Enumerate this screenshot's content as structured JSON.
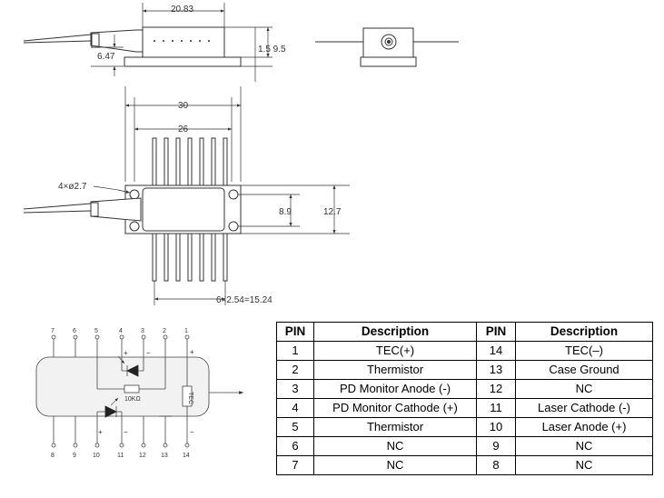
{
  "dimensions": {
    "width_top": "20.83",
    "fiber_height": "6.47",
    "height_pair": "1.5 9.5",
    "width_outer": "30",
    "width_inner": "26",
    "hole": "4×ø2.7",
    "hole_pitch_v": "8.9",
    "body_height": "12.7",
    "pin_pitch": "6×2.54=15.24"
  },
  "schematic": {
    "top_pins": [
      "7",
      "6",
      "5",
      "4",
      "3",
      "2",
      "1"
    ],
    "bottom_pins": [
      "8",
      "9",
      "10",
      "11",
      "12",
      "13",
      "14"
    ],
    "thermistor_label": "10KΩ",
    "tec_label": "TEC",
    "plus": "+",
    "minus": "−"
  },
  "pin_table": {
    "headers": [
      "PIN",
      "Description",
      "PIN",
      "Description"
    ],
    "rows": [
      {
        "pin_a": "1",
        "desc_a": "TEC(+)",
        "pin_b": "14",
        "desc_b": "TEC(–)"
      },
      {
        "pin_a": "2",
        "desc_a": "Thermistor",
        "pin_b": "13",
        "desc_b": "Case Ground"
      },
      {
        "pin_a": "3",
        "desc_a": "PD Monitor Anode (-)",
        "pin_b": "12",
        "desc_b": "NC"
      },
      {
        "pin_a": "4",
        "desc_a": "PD Monitor Cathode (+)",
        "pin_b": "11",
        "desc_b": "Laser Cathode (-)"
      },
      {
        "pin_a": "5",
        "desc_a": "Thermistor",
        "pin_b": "10",
        "desc_b": "Laser Anode (+)"
      },
      {
        "pin_a": "6",
        "desc_a": "NC",
        "pin_b": "9",
        "desc_b": "NC"
      },
      {
        "pin_a": "7",
        "desc_a": "NC",
        "pin_b": "8",
        "desc_b": "NC"
      }
    ]
  }
}
